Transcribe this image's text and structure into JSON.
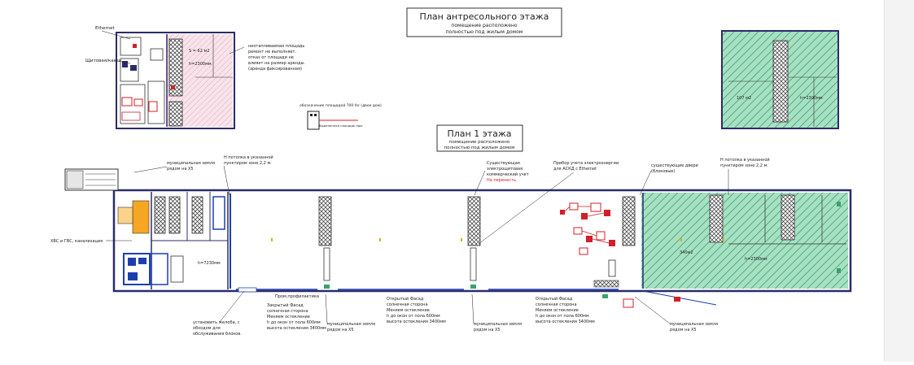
{
  "mezzanine": {
    "title": "План антресольного этажа",
    "subtitle_1": "помещение расположено",
    "subtitle_2": "полностью под жилым домом",
    "left_area": "S = 62 м2",
    "left_height": "h=2300мм",
    "right_area": "107 м2",
    "right_height": "h=2300мм",
    "label_ethernet": "Ethernet",
    "label_cabinet": "Щитовая/касса",
    "note_1": "неотапливаемая площадь",
    "note_2": "ремонт не выполняет.",
    "note_3": "отказ от площади не",
    "note_4": "влияет на размер аренды.",
    "note_5": "(аренда фиксированная)",
    "stamp_title": "обозначение площадей 700 for (двое дом)",
    "stamp_note": "Выделенная площадь пом."
  },
  "floor1": {
    "title": "План 1 этажа",
    "subtitle_1": "помещение расположено",
    "subtitle_2": "полностью под жилым домом",
    "hall_height": "h=7230мм",
    "green_area": "340м2",
    "green_height": "h=2300мм"
  },
  "callouts": {
    "municipal_top_1": "муниципальная земля",
    "municipal_top_2": "рядом на Х5",
    "ceiling_left_1": "H потолка в указанной",
    "ceiling_left_2": "пунктиром зоне 2,2 м.",
    "existing_el_1": "Существующая",
    "existing_el_2": "электрощитовая",
    "existing_el_3": "коммерческий учет",
    "existing_el_4": "На перенесть.",
    "meter_1": "Прибор учета электроэнергии",
    "meter_2": "для АСКД с Ethernet",
    "doors_1": "существующие двери",
    "doors_2": "(блоковые)",
    "ceiling_right_1": "H потолка в указанной",
    "ceiling_right_2": "пунктиром зоне 2,2 м.",
    "water": "ХВС и ГВС, канализация",
    "pump_label": "Пром.профилактика",
    "install_1": "установить желоба, с",
    "install_2": "обходом для",
    "install_3": "обслуживания блоков.",
    "closed_facade_1": "Закрытый Фасад",
    "closed_facade_2": "солнечная сторона",
    "closed_facade_3": "Меняем остекление",
    "closed_facade_4": "h до окон от пола 600мм",
    "closed_facade_5": "высота остекления 3400мм",
    "municipal_b1_1": "муниципальная земля",
    "municipal_b1_2": "рядом на Х5",
    "open_facade1_1": "Открытый Фасад",
    "open_facade1_2": "солнечная сторона",
    "open_facade1_3": "Меняем остекление",
    "open_facade1_4": "h до окон от пола 600мм",
    "open_facade1_5": "высота остекления 3400мм",
    "municipal_b2_1": "муниципальная земля",
    "municipal_b2_2": "рядом на Х5",
    "open_facade2_1": "Открытый Фасад",
    "open_facade2_2": "солнечная сторона",
    "open_facade2_3": "Меняем остекление",
    "open_facade2_4": "h до окон от пола 600мм",
    "open_facade2_5": "высота остекления 3400мм",
    "municipal_b3_1": "муниципальная земля",
    "municipal_b3_2": "рядом на Х5"
  },
  "colors": {
    "line": "#2b2b6b",
    "blue": "#1c3fb0",
    "red": "#d0202a",
    "green_fill": "#a8e0c4",
    "green_hatch": "#3aa36b",
    "pink_fill": "#f4d8e0",
    "orange": "#f5a623"
  }
}
